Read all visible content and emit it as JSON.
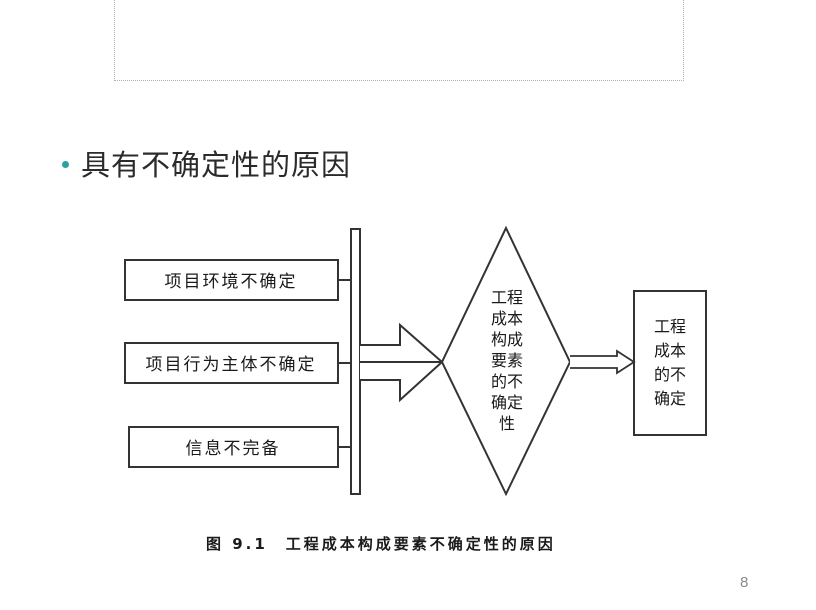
{
  "bullet": {
    "text": "具有不确定性的原因"
  },
  "diagram": {
    "sources": [
      "项目环境不确定",
      "项目行为主体不确定",
      "信息不完备"
    ],
    "middle_lines": [
      "工程",
      "成本",
      "构成",
      "要素",
      "的不",
      "确定",
      "性"
    ],
    "result_lines": [
      "工程",
      "成本",
      "的不",
      "确定"
    ],
    "caption": "图 9.1　工程成本构成要素不确定性的原因"
  },
  "page": {
    "number": "8"
  }
}
